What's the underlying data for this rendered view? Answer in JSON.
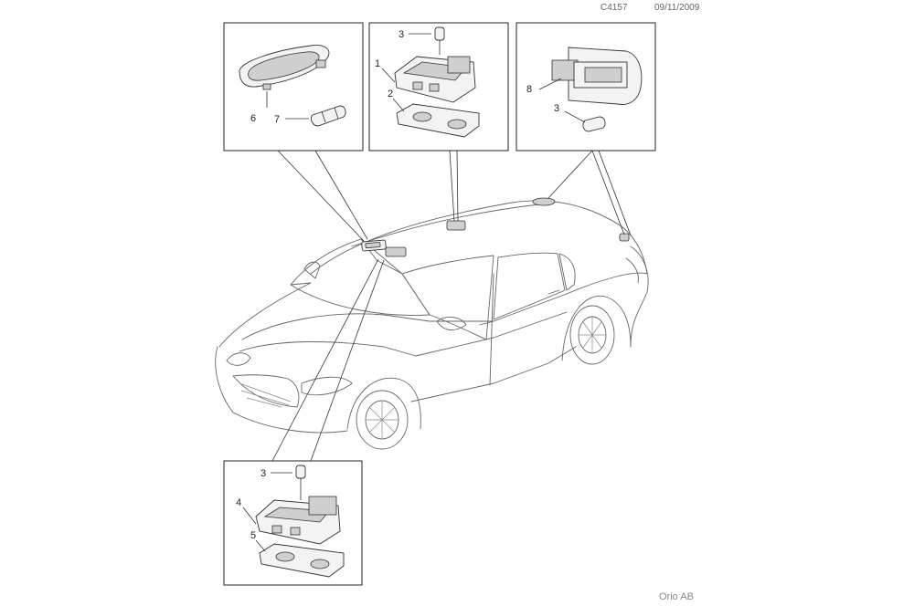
{
  "header": {
    "code": "C4157",
    "date": "09/11/2009"
  },
  "footer": {
    "brand": "Orio AB"
  },
  "callouts": {
    "box1": [
      "6",
      "7"
    ],
    "box2": [
      "3",
      "1",
      "2"
    ],
    "box3": [
      "8",
      "3"
    ],
    "box4": [
      "3",
      "4",
      "5"
    ]
  }
}
